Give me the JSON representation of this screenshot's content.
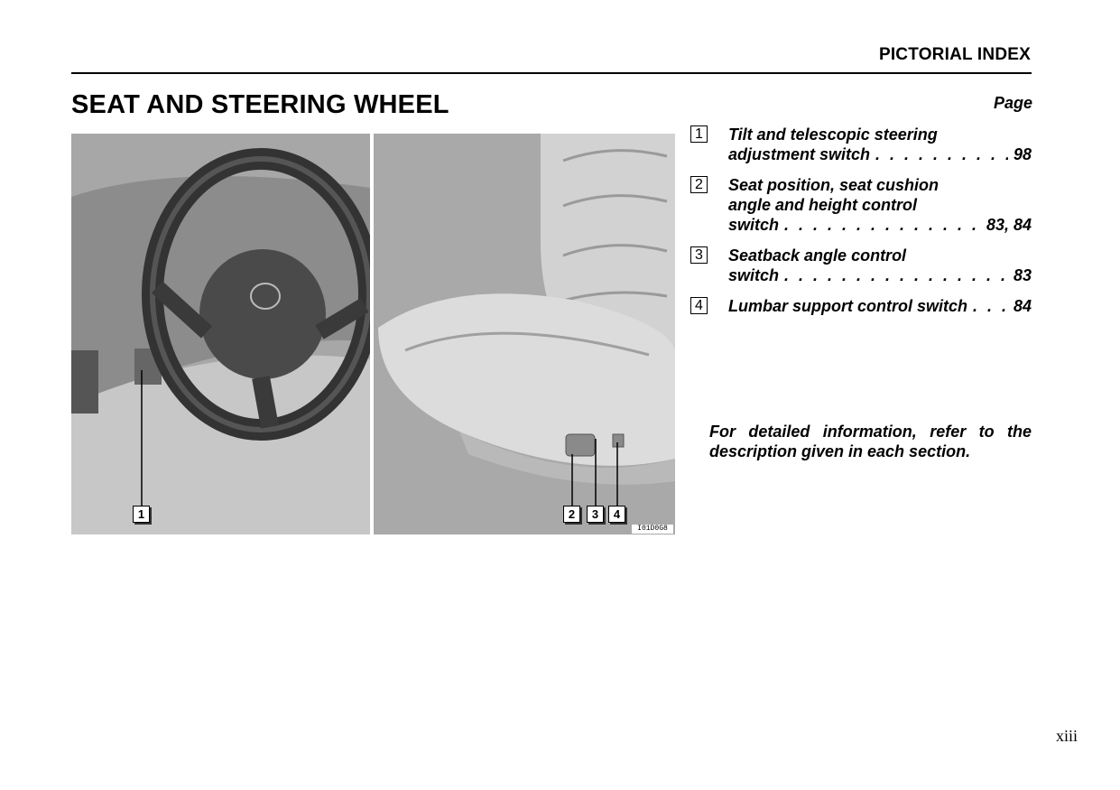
{
  "header": {
    "section": "PICTORIAL INDEX"
  },
  "title": "SEAT AND STEERING WHEEL",
  "page_column_label": "Page",
  "figure": {
    "callouts": [
      "1",
      "2",
      "3",
      "4"
    ],
    "code": "I01D0G8"
  },
  "items": [
    {
      "num": "1",
      "lines": [
        "Tilt and telescopic steering"
      ],
      "last_line": "adjustment switch",
      "page": "98"
    },
    {
      "num": "2",
      "lines": [
        "Seat position, seat cushion",
        "angle and height control"
      ],
      "last_line": "switch",
      "page": "83, 84"
    },
    {
      "num": "3",
      "lines": [
        "Seatback angle control"
      ],
      "last_line": "switch",
      "page": "83"
    },
    {
      "num": "4",
      "lines": [],
      "last_line": "Lumbar support control switch",
      "page": "84"
    }
  ],
  "note": "For detailed information, refer to the description given in each section.",
  "page_number": "xiii"
}
